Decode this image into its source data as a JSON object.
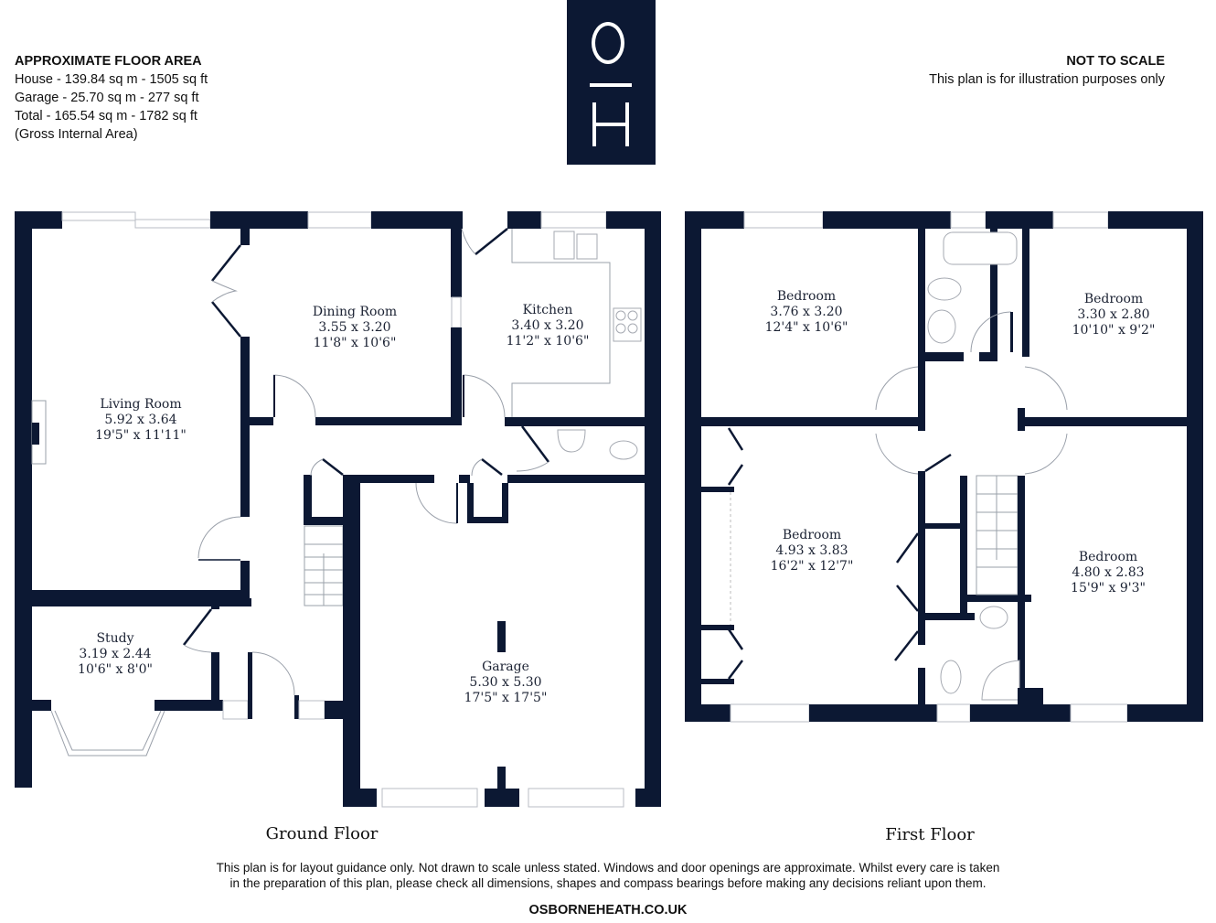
{
  "brand": {
    "logo_top": "O",
    "logo_bottom": "H",
    "color": "#0c1833"
  },
  "floor_area": {
    "title": "APPROXIMATE FLOOR AREA",
    "lines": [
      "House - 139.84 sq m - 1505 sq ft",
      "Garage - 25.70 sq m - 277 sq ft",
      "Total - 165.54 sq m - 1782 sq ft",
      "(Gross Internal Area)"
    ]
  },
  "scale_note": {
    "title": "NOT TO SCALE",
    "subtitle": "This plan is for illustration purposes only"
  },
  "ground_floor": {
    "label": "Ground Floor",
    "rooms": [
      {
        "name": "Living Room",
        "metric": "5.92 x 3.64",
        "imperial": "19'5\" x 11'11\""
      },
      {
        "name": "Dining Room",
        "metric": "3.55 x 3.20",
        "imperial": "11'8\" x 10'6\""
      },
      {
        "name": "Kitchen",
        "metric": "3.40 x 3.20",
        "imperial": "11'2\" x 10'6\""
      },
      {
        "name": "Study",
        "metric": "3.19 x 2.44",
        "imperial": "10'6\" x 8'0\""
      },
      {
        "name": "Garage",
        "metric": "5.30 x 5.30",
        "imperial": "17'5\" x 17'5\""
      }
    ]
  },
  "first_floor": {
    "label": "First Floor",
    "rooms": [
      {
        "name": "Bedroom",
        "metric": "3.76 x 3.20",
        "imperial": "12'4\" x 10'6\""
      },
      {
        "name": "Bedroom",
        "metric": "3.30 x 2.80",
        "imperial": "10'10\" x 9'2\""
      },
      {
        "name": "Bedroom",
        "metric": "4.93 x 3.83",
        "imperial": "16'2\" x 12'7\""
      },
      {
        "name": "Bedroom",
        "metric": "4.80 x 2.83",
        "imperial": "15'9\" x 9'3\""
      }
    ]
  },
  "footer": {
    "disclaimer_line1": "This plan is for layout guidance only. Not drawn to scale unless stated. Windows and door openings are approximate. Whilst every care is taken",
    "disclaimer_line2": "in the preparation of this plan, please check all dimensions, shapes and compass bearings before making any decisions reliant upon them.",
    "website": "OSBORNEHEATH.CO.UK"
  }
}
